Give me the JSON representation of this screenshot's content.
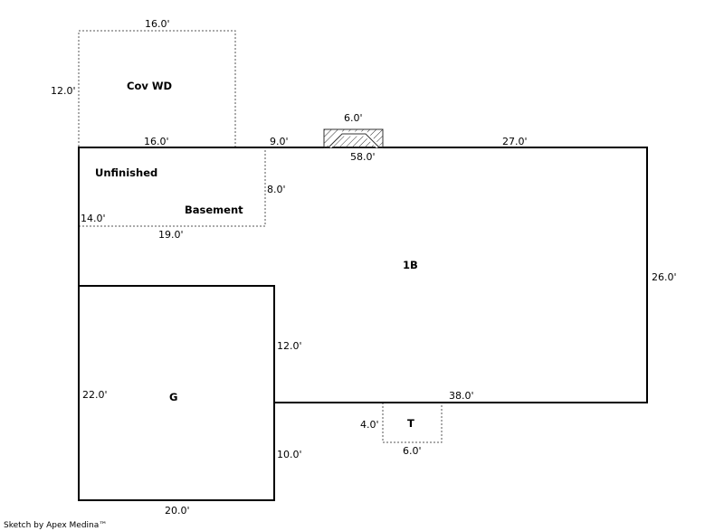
{
  "areas": {
    "cov_wd": "Cov WD",
    "unfinished": "Unfinished",
    "basement": "Basement",
    "first_floor": "1B",
    "garage": "G",
    "t": "T"
  },
  "dimensions": {
    "cov_top": "16.0'",
    "cov_side": "12.0'",
    "cov_bottom": "16.0'",
    "seg_9": "9.0'",
    "chimney_6": "6.0'",
    "main_58": "58.0'",
    "main_27": "27.0'",
    "bsmt_8": "8.0'",
    "bsmt_14": "14.0'",
    "bsmt_19": "19.0'",
    "main_26": "26.0'",
    "g_12": "12.0'",
    "g_22": "22.0'",
    "main_38": "38.0'",
    "t_4": "4.0'",
    "t_6": "6.0'",
    "g_10": "10.0'",
    "g_20": "20.0'"
  },
  "footer": {
    "credit": "Sketch by Apex Medina™"
  }
}
